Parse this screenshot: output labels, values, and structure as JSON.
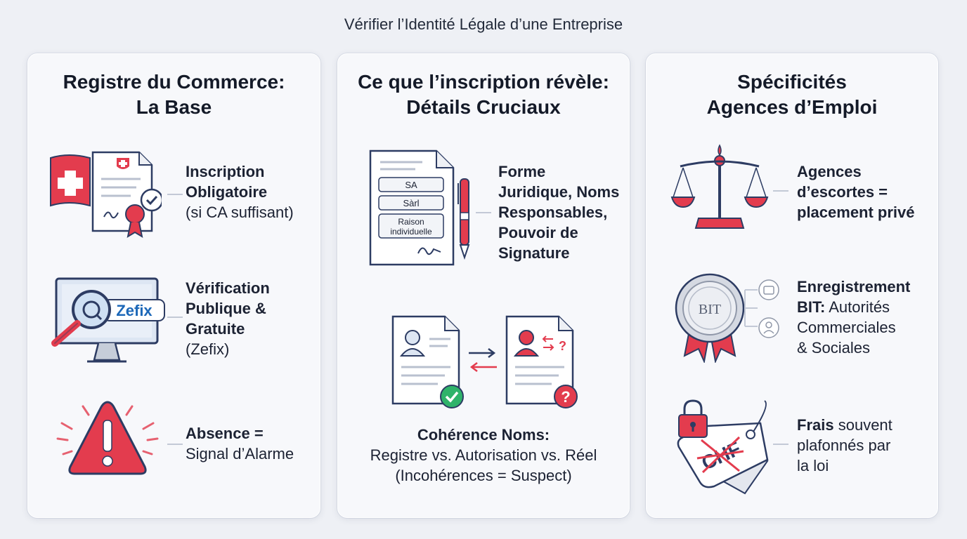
{
  "title": "Vérifier l’Identité Légale d’une Entreprise",
  "colors": {
    "accent": "#e0294f",
    "swiss_red": "#e33c4e",
    "check_green": "#2fb36a",
    "navy": "#2d3c63"
  },
  "columns": [
    {
      "title_line1": "Registre du Commerce:",
      "title_line2": "La Base",
      "items": [
        {
          "icon": "swiss-flag-certificate-icon",
          "bold1": "Inscription",
          "bold2": "Obligatoire",
          "normal": "(si CA suffisant)"
        },
        {
          "icon": "monitor-magnifier-icon",
          "bold1": "Vérification",
          "bold2": "Publique &",
          "bold3": "Gratuite",
          "normal": "(Zefix)",
          "badge": "Zefix"
        },
        {
          "icon": "warning-triangle-icon",
          "bold1": "Absence =",
          "normal": "Signal d’Alarme"
        }
      ]
    },
    {
      "title_line1": "Ce que l’inscription révèle:",
      "title_line2": "Détails Cruciaux",
      "items": [
        {
          "icon": "legal-form-document-icon",
          "bold1": "Forme",
          "bold2": "Juridique, Noms",
          "bold3": "Responsables,",
          "bold4": "Pouvoir de",
          "bold5": "Signature",
          "doc_fields": [
            "SA",
            "Sàrl",
            "Raison",
            "individuelle"
          ]
        },
        {
          "icon": "document-compare-icon",
          "caption_bold": "Cohérence Noms:",
          "caption_line2": "Registre vs. Autorisation vs. Réel",
          "caption_line3": "(Incohérences = Suspect)"
        }
      ]
    },
    {
      "title_line1": "Spécificités",
      "title_line2": "Agences d’Emploi",
      "items": [
        {
          "icon": "balance-scale-icon",
          "bold1": "Agences",
          "bold2": "d’escortes =",
          "bold3": "placement privé"
        },
        {
          "icon": "bit-seal-icon",
          "bold1": "Enregistrement",
          "bold2": "BIT:",
          "normal1": "Autorités",
          "normal2": "Commerciales",
          "normal3": "& Sociales",
          "seal_text": "BIT"
        },
        {
          "icon": "price-tag-lock-icon",
          "bold1": "Frais",
          "normal1": "souvent",
          "normal2": "plafonnés par",
          "normal3": "la loi",
          "tag_text": "CHF"
        }
      ]
    }
  ]
}
